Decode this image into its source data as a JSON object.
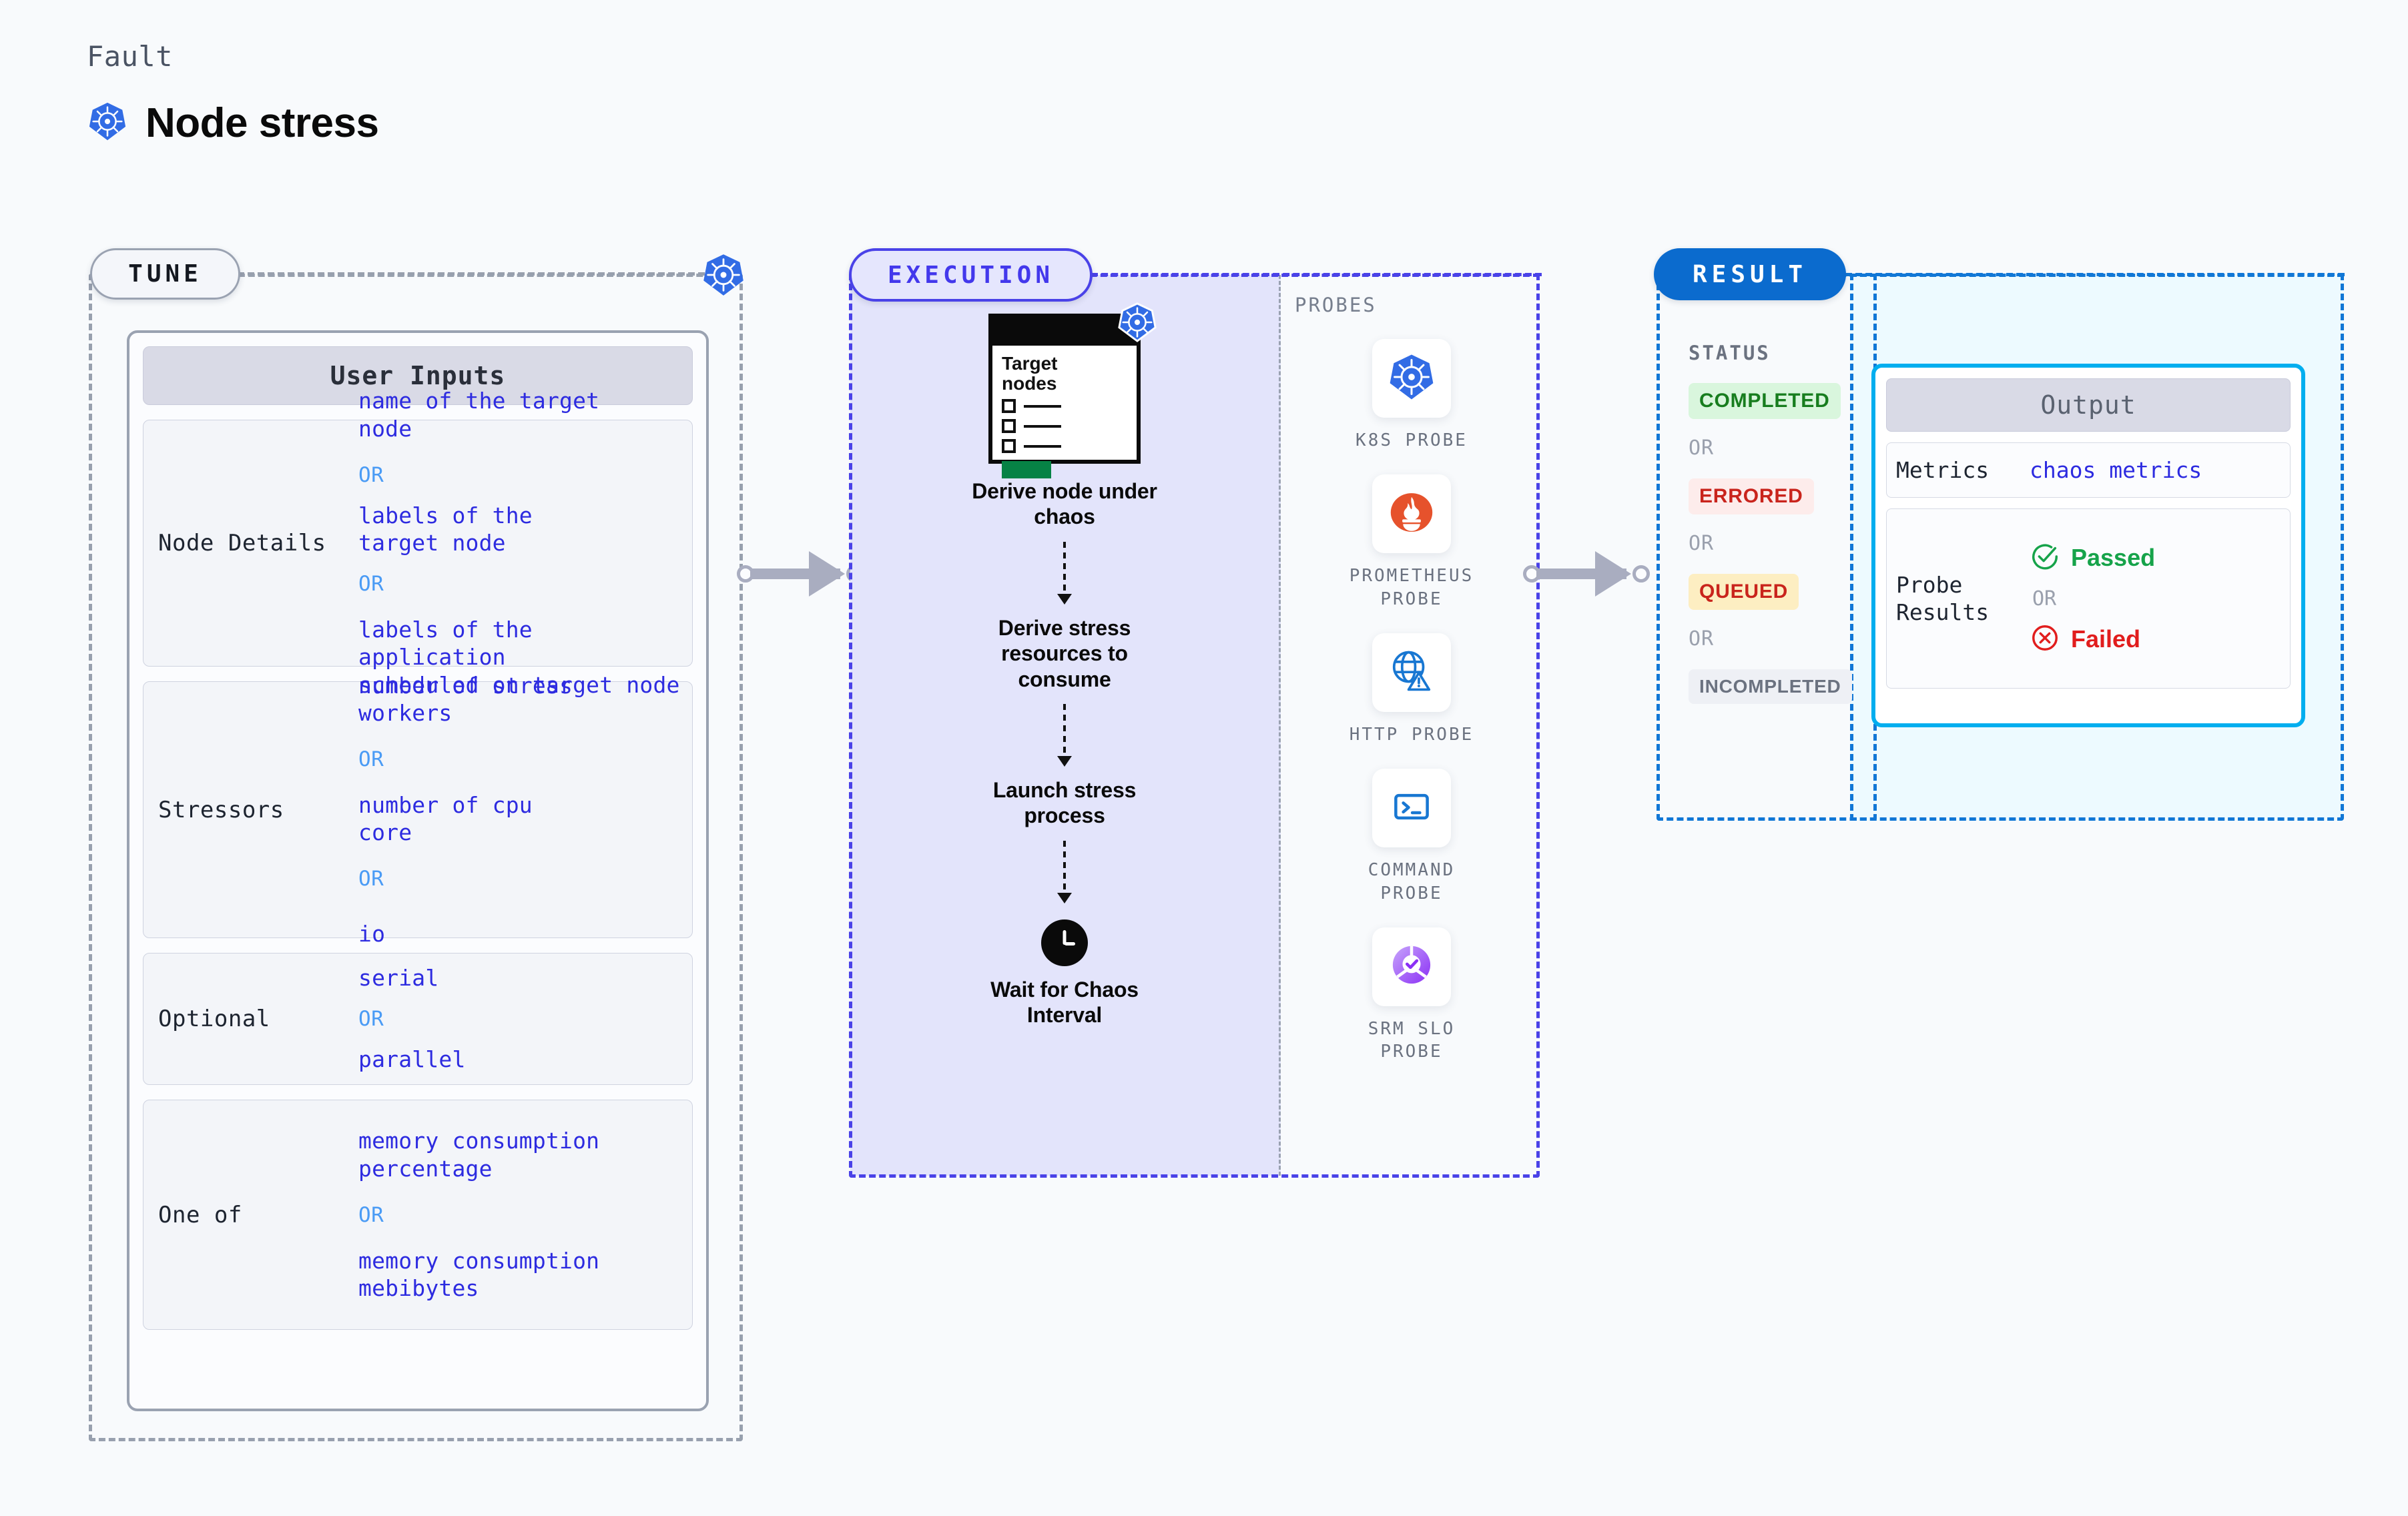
{
  "header": {
    "kicker": "Fault",
    "title": "Node stress",
    "icon": "kubernetes-icon"
  },
  "stages": {
    "tune": {
      "label": "TUNE",
      "badge_icon": "kubernetes-icon"
    },
    "execution": {
      "label": "EXECUTION"
    },
    "result": {
      "label": "RESULT"
    }
  },
  "tune": {
    "card_title": "User Inputs",
    "or_label": "OR",
    "groups": [
      {
        "label": "Node Details",
        "values": [
          "name of the target\nnode",
          "labels of the\ntarget node",
          "labels of the application\n scheduled on target node"
        ]
      },
      {
        "label": "Stressors",
        "values": [
          "number of stress\nworkers",
          "number of cpu\ncore",
          "io"
        ]
      },
      {
        "label": "Optional",
        "values": [
          "serial",
          "parallel"
        ]
      },
      {
        "label": "One of",
        "values": [
          "memory consumption\npercentage",
          "memory consumption\nmebibytes"
        ]
      }
    ]
  },
  "execution": {
    "target_card": {
      "title": "Target\nnodes",
      "badge_icon": "kubernetes-icon",
      "checkbox_rows": 3,
      "progress_color": "#068245"
    },
    "steps": [
      "Derive node under\nchaos",
      "Derive stress\nresources to\nconsume",
      "Launch stress\nprocess",
      "Wait for Chaos\nInterval"
    ],
    "wait_icon": "clock-icon",
    "probes_title": "PROBES",
    "probes": [
      {
        "name": "K8S PROBE",
        "icon": "kubernetes-icon"
      },
      {
        "name": "PROMETHEUS\nPROBE",
        "icon": "prometheus-icon"
      },
      {
        "name": "HTTP PROBE",
        "icon": "globe-warning-icon"
      },
      {
        "name": "COMMAND\nPROBE",
        "icon": "terminal-icon"
      },
      {
        "name": "SRM SLO\nPROBE",
        "icon": "srm-slo-icon"
      }
    ]
  },
  "result": {
    "status_title": "STATUS",
    "or_label": "OR",
    "statuses": [
      {
        "label": "COMPLETED",
        "bg": "#d9f6dd",
        "fg": "#177d1e"
      },
      {
        "label": "ERRORED",
        "bg": "#fdeceb",
        "fg": "#c9241c"
      },
      {
        "label": "QUEUED",
        "bg": "#fdeec2",
        "fg": "#c9241c"
      },
      {
        "label": "INCOMPLETED",
        "bg": "#eef0f5",
        "fg": "#6b7280"
      }
    ],
    "output": {
      "title": "Output",
      "metrics_label": "Metrics",
      "metrics_value": "chaos metrics",
      "probe_results_label": "Probe\nResults",
      "passed_label": "Passed",
      "failed_label": "Failed",
      "passed_icon": "check-circle-icon",
      "failed_icon": "x-circle-icon"
    }
  },
  "colors": {
    "tune_accent": "#98a0ae",
    "execution_accent": "#4a42e8",
    "result_accent": "#1177d6",
    "output_border": "#00aeef",
    "value_blue": "#2d2be0",
    "or_blue": "#4a9bf5"
  }
}
